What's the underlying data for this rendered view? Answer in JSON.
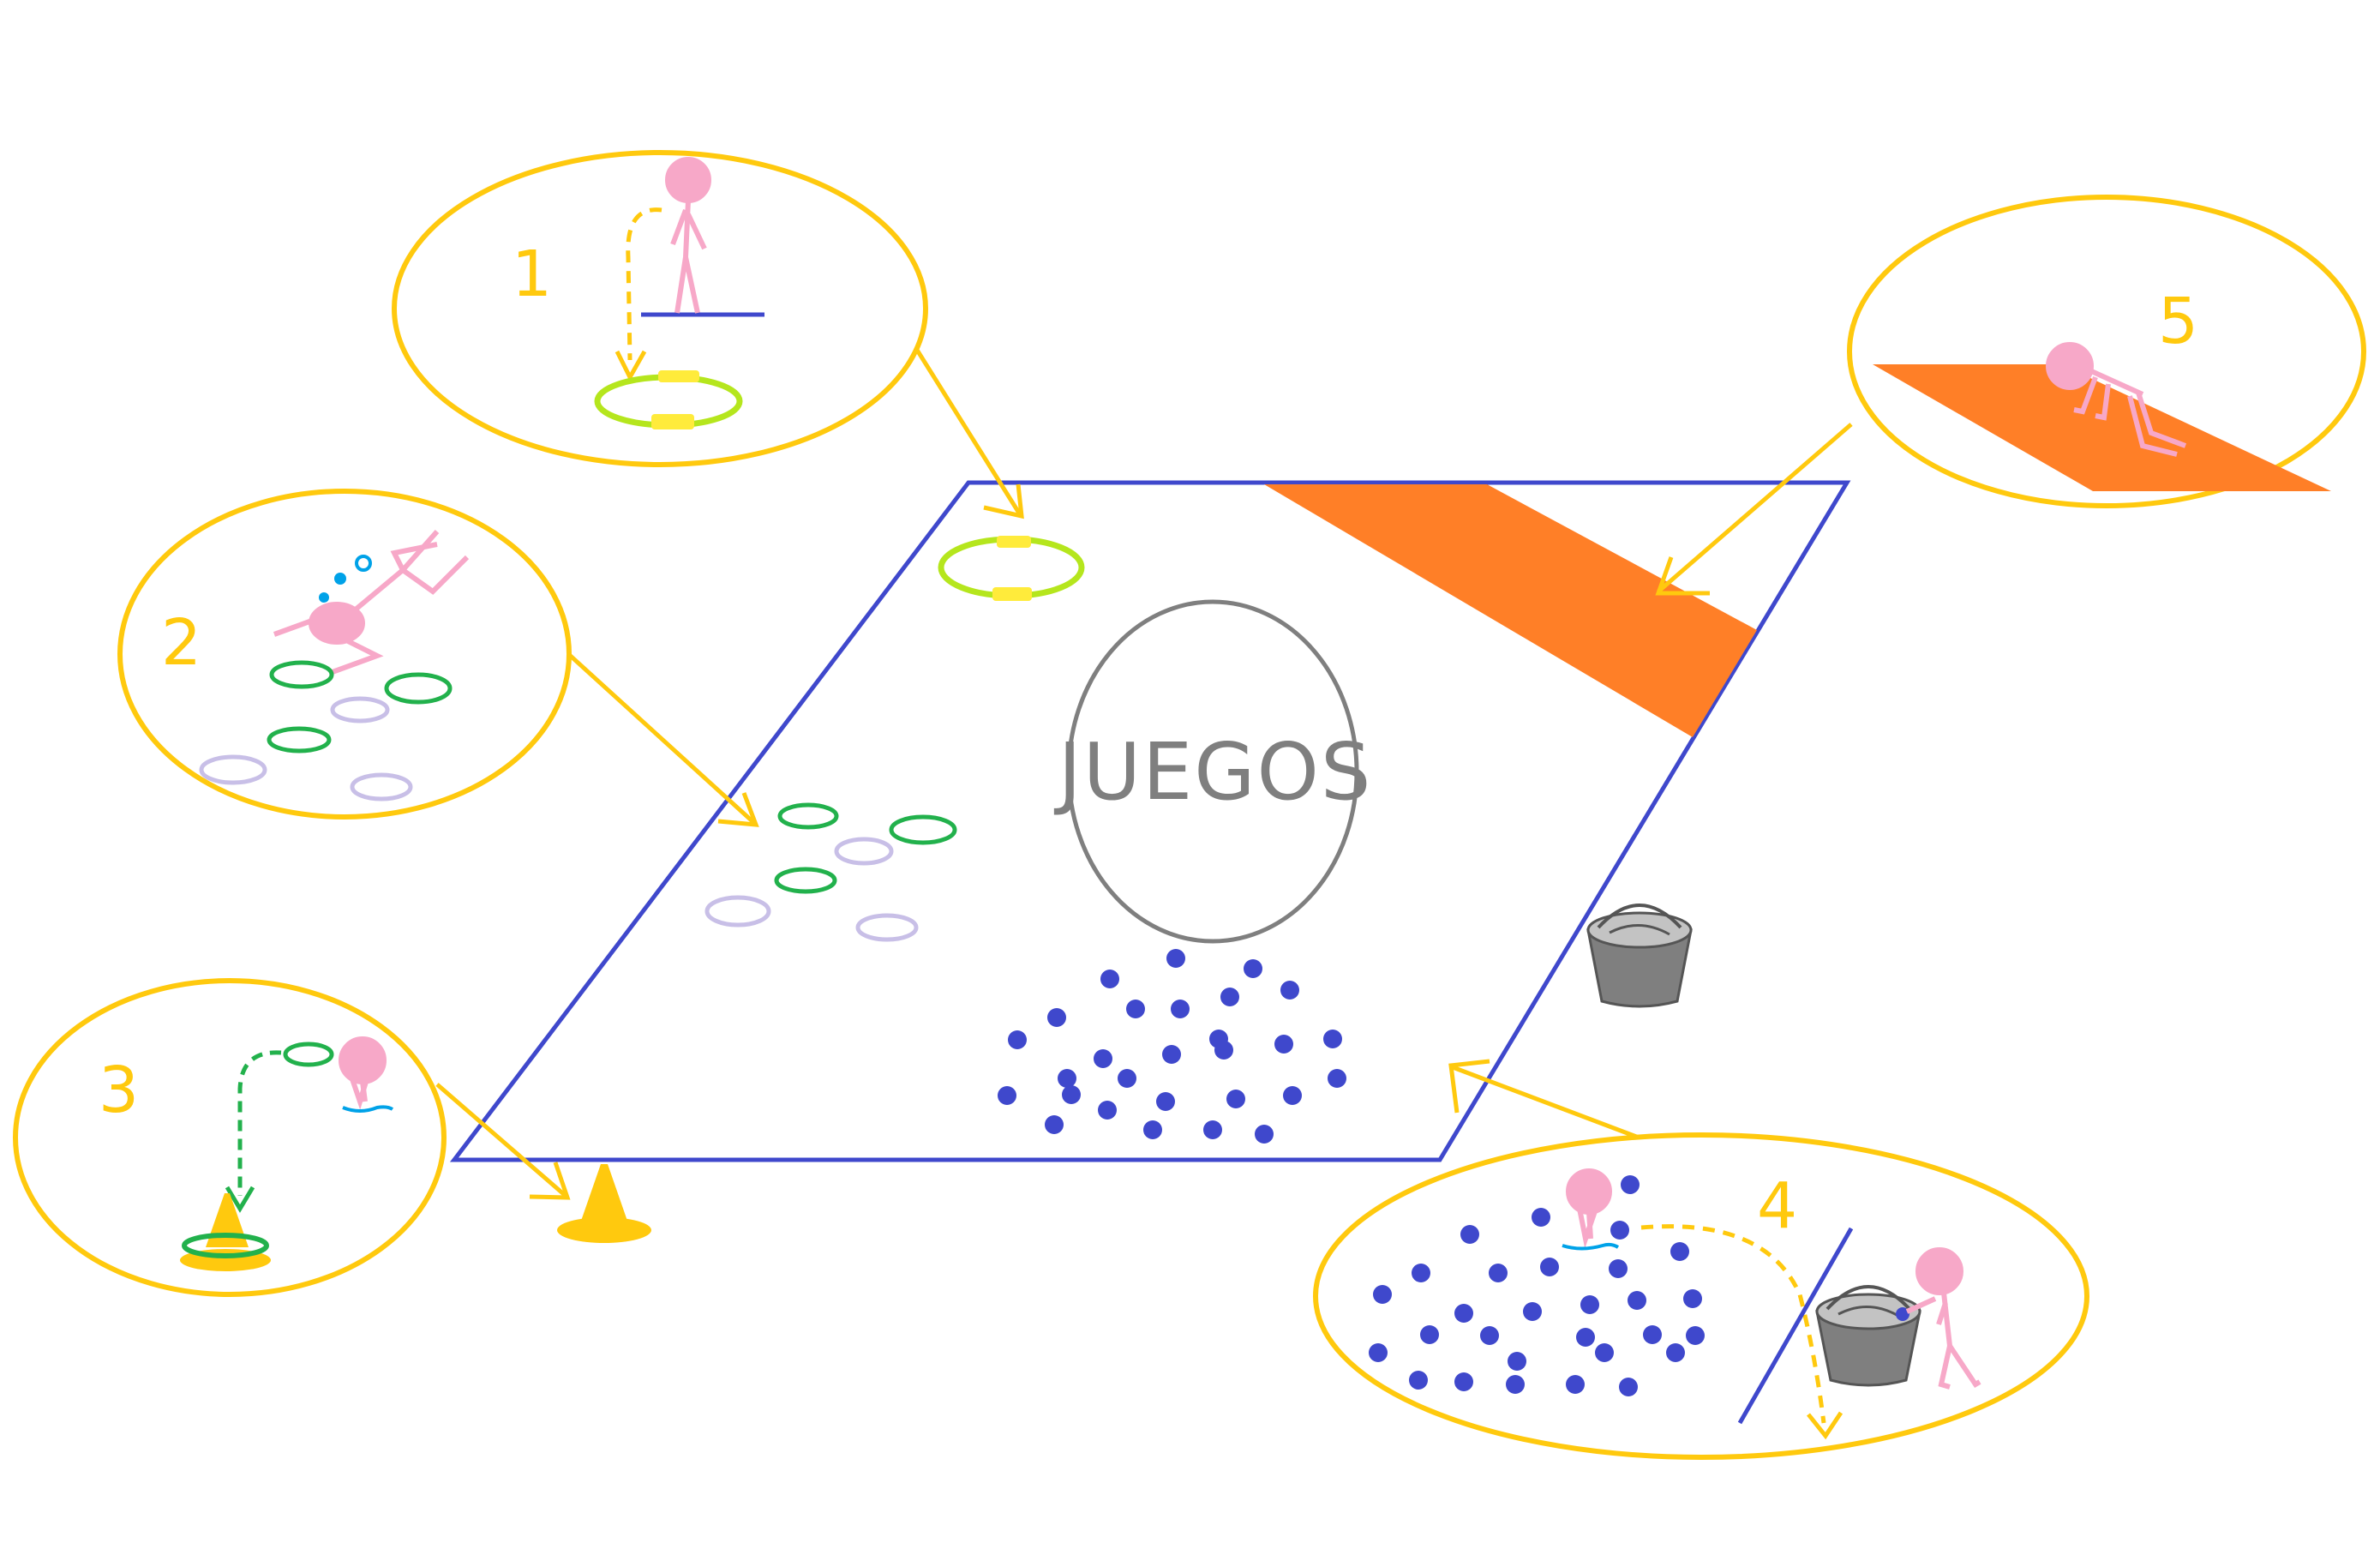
{
  "diagram": {
    "center_label": "JUEGOS",
    "stations": [
      {
        "number": "1",
        "name": "jump-from-line-into-hoop"
      },
      {
        "number": "2",
        "name": "hoop-hopping"
      },
      {
        "number": "3",
        "name": "hoop-toss-onto-cone"
      },
      {
        "number": "4",
        "name": "collect-balls-into-bucket"
      },
      {
        "number": "5",
        "name": "crawl-on-mat"
      }
    ],
    "colors": {
      "callout": "#ffc90e",
      "field": "#3f48cc",
      "figure": "#f7a8c8",
      "mat": "#ff7f27",
      "hoop_green": "#22b14c",
      "hoop_lilac": "#c8bfe7",
      "hoop_lime": "#b5e61d",
      "ball": "#3f48cc",
      "bucket": "#7f7f7f",
      "circle_grey": "#7f7f7f"
    }
  }
}
